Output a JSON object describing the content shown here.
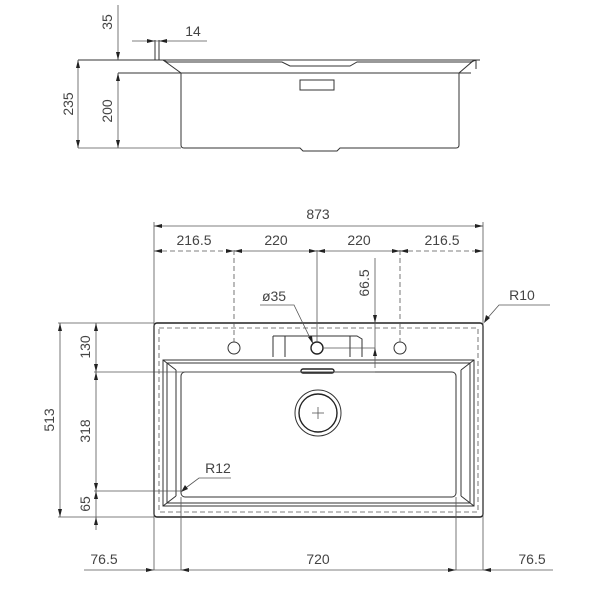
{
  "drawing": {
    "subject": "Sink technical drawing",
    "colors": {
      "line": "#333333",
      "text": "#444444",
      "background": "#ffffff"
    }
  },
  "side_view": {
    "dimensions": {
      "flange_top": "35",
      "flange_thickness": "14",
      "total_height": "235",
      "bowl_depth": "200"
    }
  },
  "top_view": {
    "dimensions": {
      "overall_width": "873",
      "hole_spacing_left_edge": "216.5",
      "hole_spacing_left_center": "220",
      "hole_spacing_right_center": "220",
      "hole_spacing_right_edge": "216.5",
      "tap_hole_diameter": "ø35",
      "tap_offset": "66.5",
      "corner_radius_outer": "R10",
      "corner_radius_bowl": "R12",
      "overall_depth": "513",
      "back_deck": "130",
      "bowl_length": "318",
      "front_rim": "65",
      "left_margin": "76.5",
      "bowl_width": "720",
      "right_margin": "76.5"
    }
  }
}
